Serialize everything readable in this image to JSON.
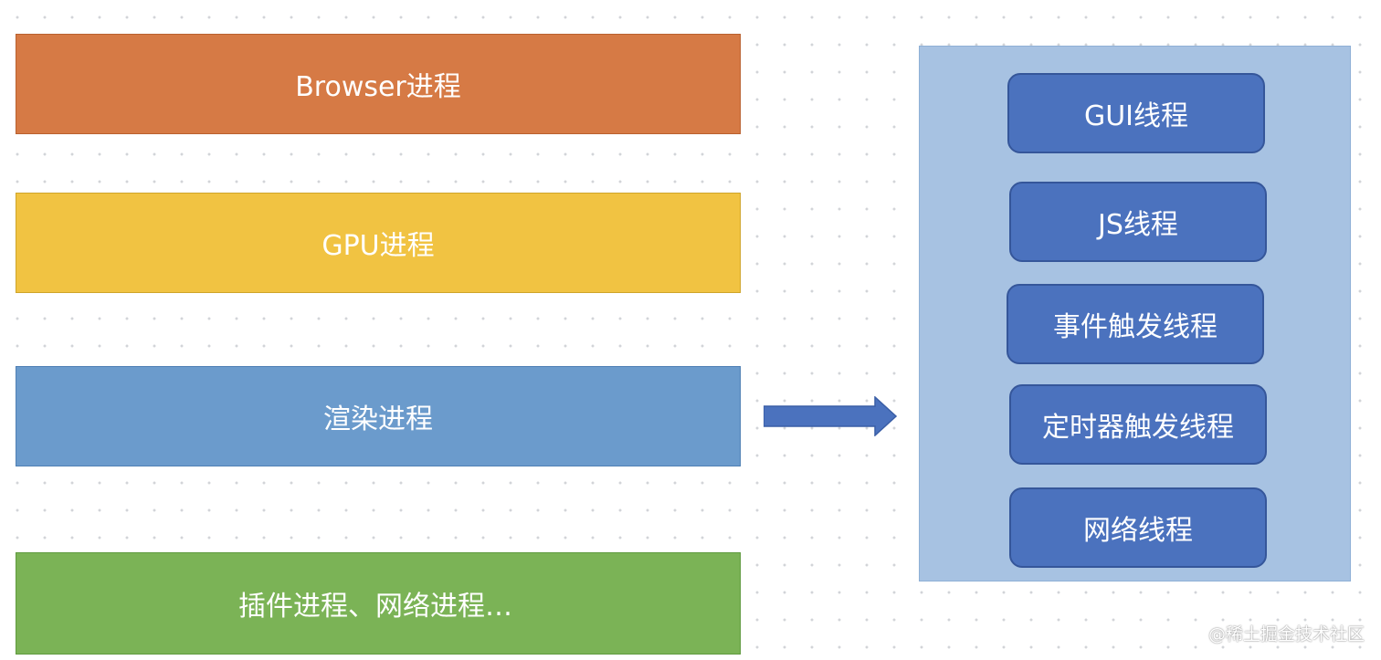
{
  "processes": {
    "browser": "Browser进程",
    "gpu": "GPU进程",
    "render": "渲染进程",
    "other": "插件进程、网络进程…"
  },
  "threads": {
    "gui": "GUI线程",
    "js": "JS线程",
    "event": "事件触发线程",
    "timer": "定时器触发线程",
    "network": "网络线程"
  },
  "watermark": "@稀土掘金技术社区",
  "colors": {
    "browser": "#d67a45",
    "gpu": "#f1c342",
    "render": "#6b9bcc",
    "other": "#7bb356",
    "thread_panel": "#a7c2e2",
    "thread_box": "#4b72be",
    "arrow": "#4b72be"
  }
}
